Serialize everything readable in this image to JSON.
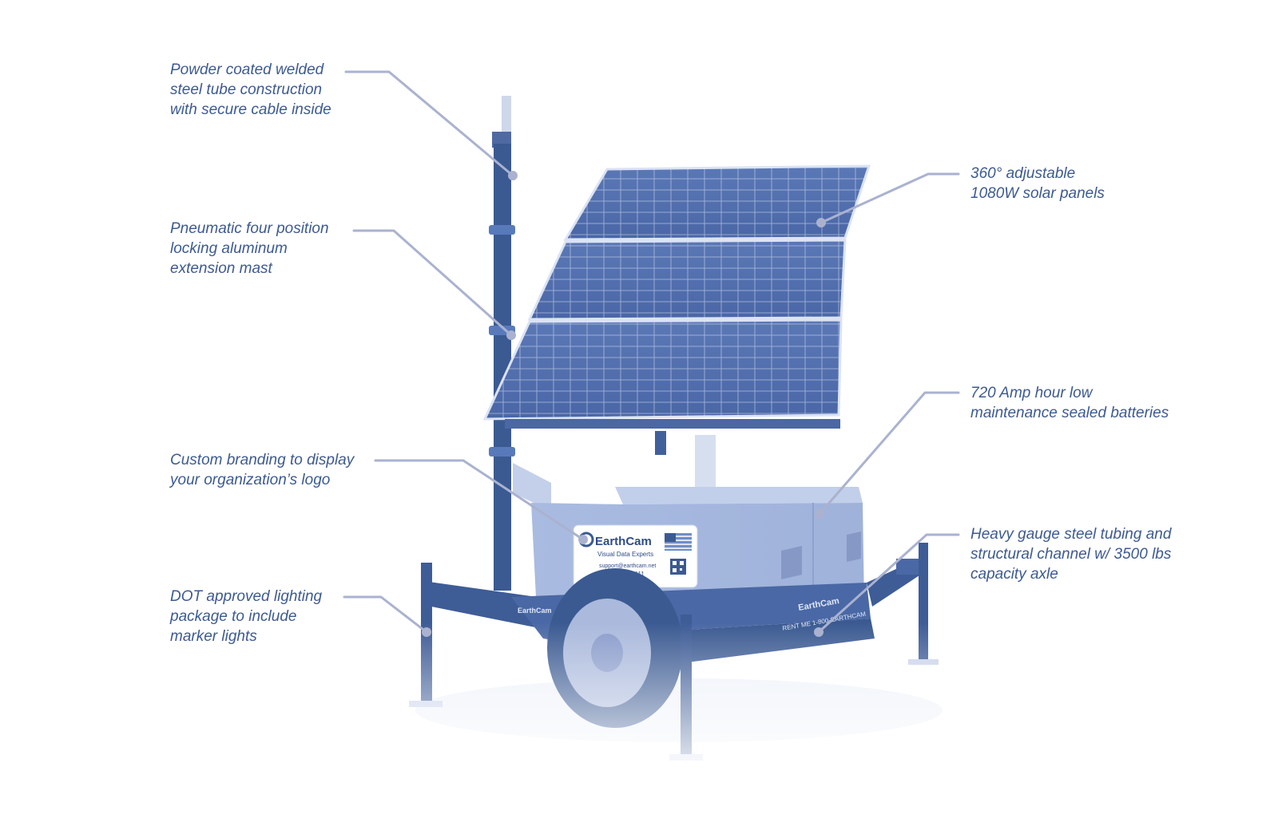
{
  "callouts": {
    "mast_tube": "Powder coated welded\nsteel tube construction\nwith secure cable inside",
    "extension_mast": "Pneumatic four position\nlocking aluminum\nextension mast",
    "branding": "Custom branding to display\nyour organization’s logo",
    "lighting": "DOT approved lighting\npackage to include\nmarker lights",
    "solar_panels": "360° adjustable\n1080W solar panels",
    "batteries": "720 Amp hour low\nmaintenance sealed batteries",
    "axle": "Heavy gauge steel tubing and\nstructural channel w/ 3500 lbs\ncapacity axle"
  },
  "decal": {
    "brand": "EarthCam",
    "tagline": "Visual Data Experts",
    "email": "support@earthcam.net",
    "phone": "1.201.488.1111"
  },
  "frame_decal": {
    "brand": "EarthCam",
    "rent": "RENT ME 1-800-EARTHCAM"
  },
  "side_decal": "EarthCam",
  "colors": {
    "callout_text": "#3d5a91",
    "leader_line": "#aab2d0",
    "product_fill": "#6f8fc6",
    "product_dark": "#3b5a92"
  }
}
